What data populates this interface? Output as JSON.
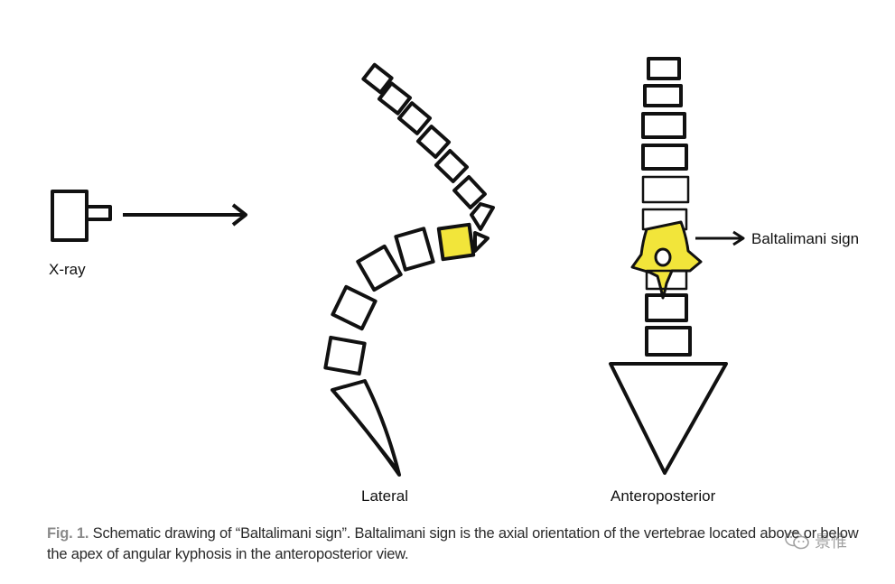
{
  "figure": {
    "xray_label": "X-ray",
    "lateral_label": "Lateral",
    "ap_label": "Anteroposterior",
    "sign_label": "Baltalimani sign",
    "highlight_color": "#f2e53a"
  },
  "caption": {
    "fig_label": "Fig. 1.",
    "text": " Schematic drawing of “Baltalimani sign”. Baltalimani sign is the axial orientation of the vertebrae located above or below the apex of angular kyphosis in the anteroposterior view."
  },
  "watermark": {
    "icon": "wechat-icon",
    "text": "景惟"
  }
}
